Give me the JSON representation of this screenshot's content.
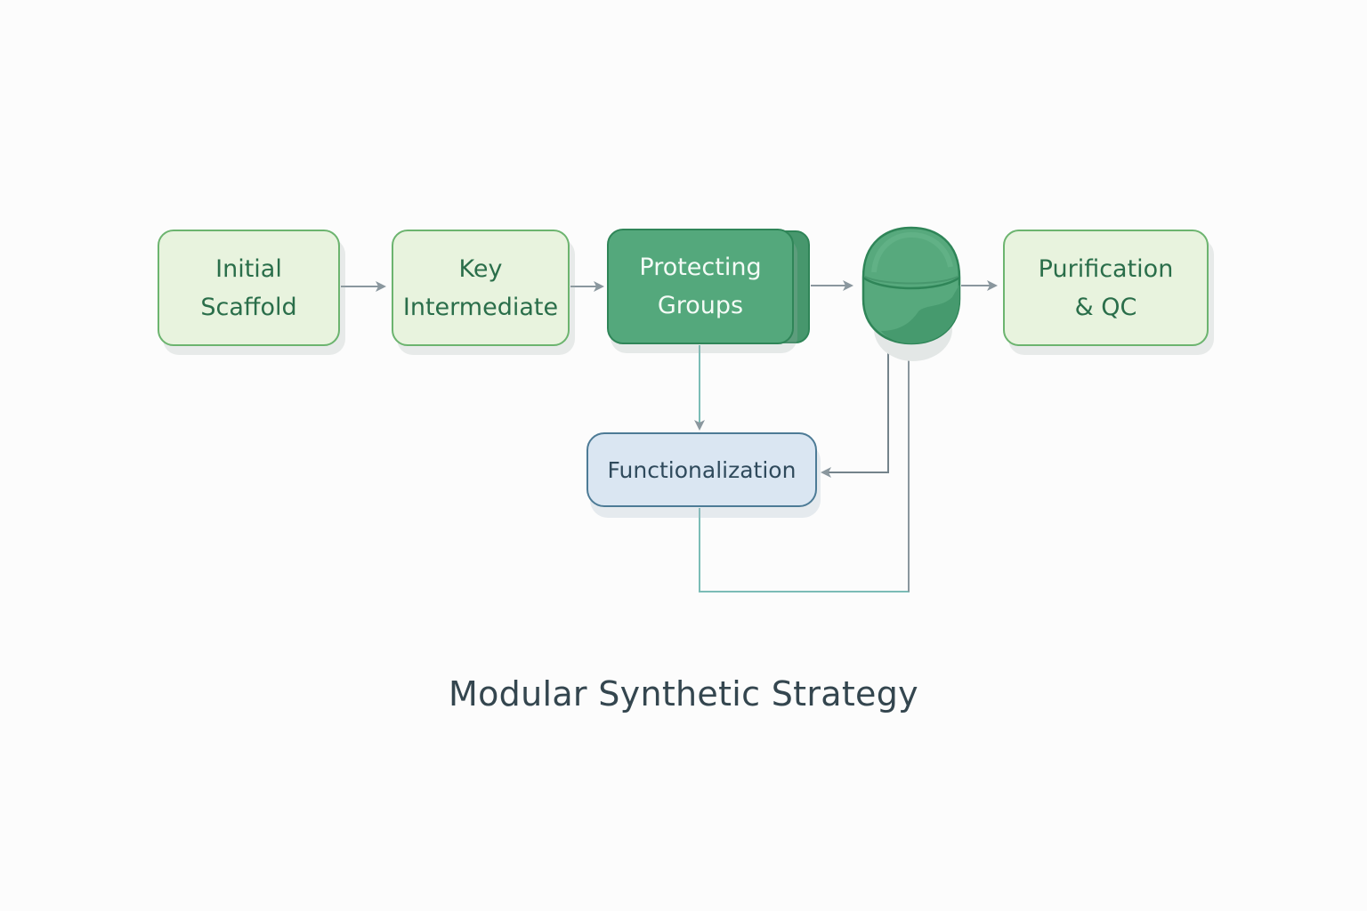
{
  "diagram": {
    "title": "Modular Synthetic Strategy",
    "nodes": {
      "initial_scaffold": {
        "label": "Initial\nScaffold",
        "shape": "rounded-rect",
        "style": "light-green"
      },
      "key_intermediate": {
        "label": "Key\nIntermediate",
        "shape": "rounded-rect",
        "style": "light-green"
      },
      "protecting_groups": {
        "label": "Protecting\nGroups",
        "shape": "stacked-rounded-rect",
        "style": "dark-green"
      },
      "reactor": {
        "label": "",
        "shape": "capsule-vessel",
        "style": "dark-green"
      },
      "purification_qc": {
        "label": "Purification\n& QC",
        "shape": "rounded-rect",
        "style": "light-green"
      },
      "functionalization": {
        "label": "Functionalization",
        "shape": "rounded-rect",
        "style": "light-blue"
      }
    },
    "edges": [
      {
        "from": "initial_scaffold",
        "to": "key_intermediate"
      },
      {
        "from": "key_intermediate",
        "to": "protecting_groups"
      },
      {
        "from": "protecting_groups",
        "to": "reactor"
      },
      {
        "from": "reactor",
        "to": "purification_qc"
      },
      {
        "from": "protecting_groups",
        "to": "functionalization"
      },
      {
        "from": "reactor",
        "to": "functionalization"
      },
      {
        "from": "functionalization",
        "to": "reactor",
        "arrowhead": false
      }
    ],
    "colors": {
      "light_green_fill": "#e8f3de",
      "light_green_border": "#6cb46f",
      "dark_green_fill": "#54a87c",
      "dark_green_border": "#2f8558",
      "blue_fill": "#dae6f2",
      "blue_border": "#4d7b96",
      "connector_gray": "#8a979e",
      "connector_teal": "#7bbcb6",
      "title_text": "#34464f"
    }
  }
}
